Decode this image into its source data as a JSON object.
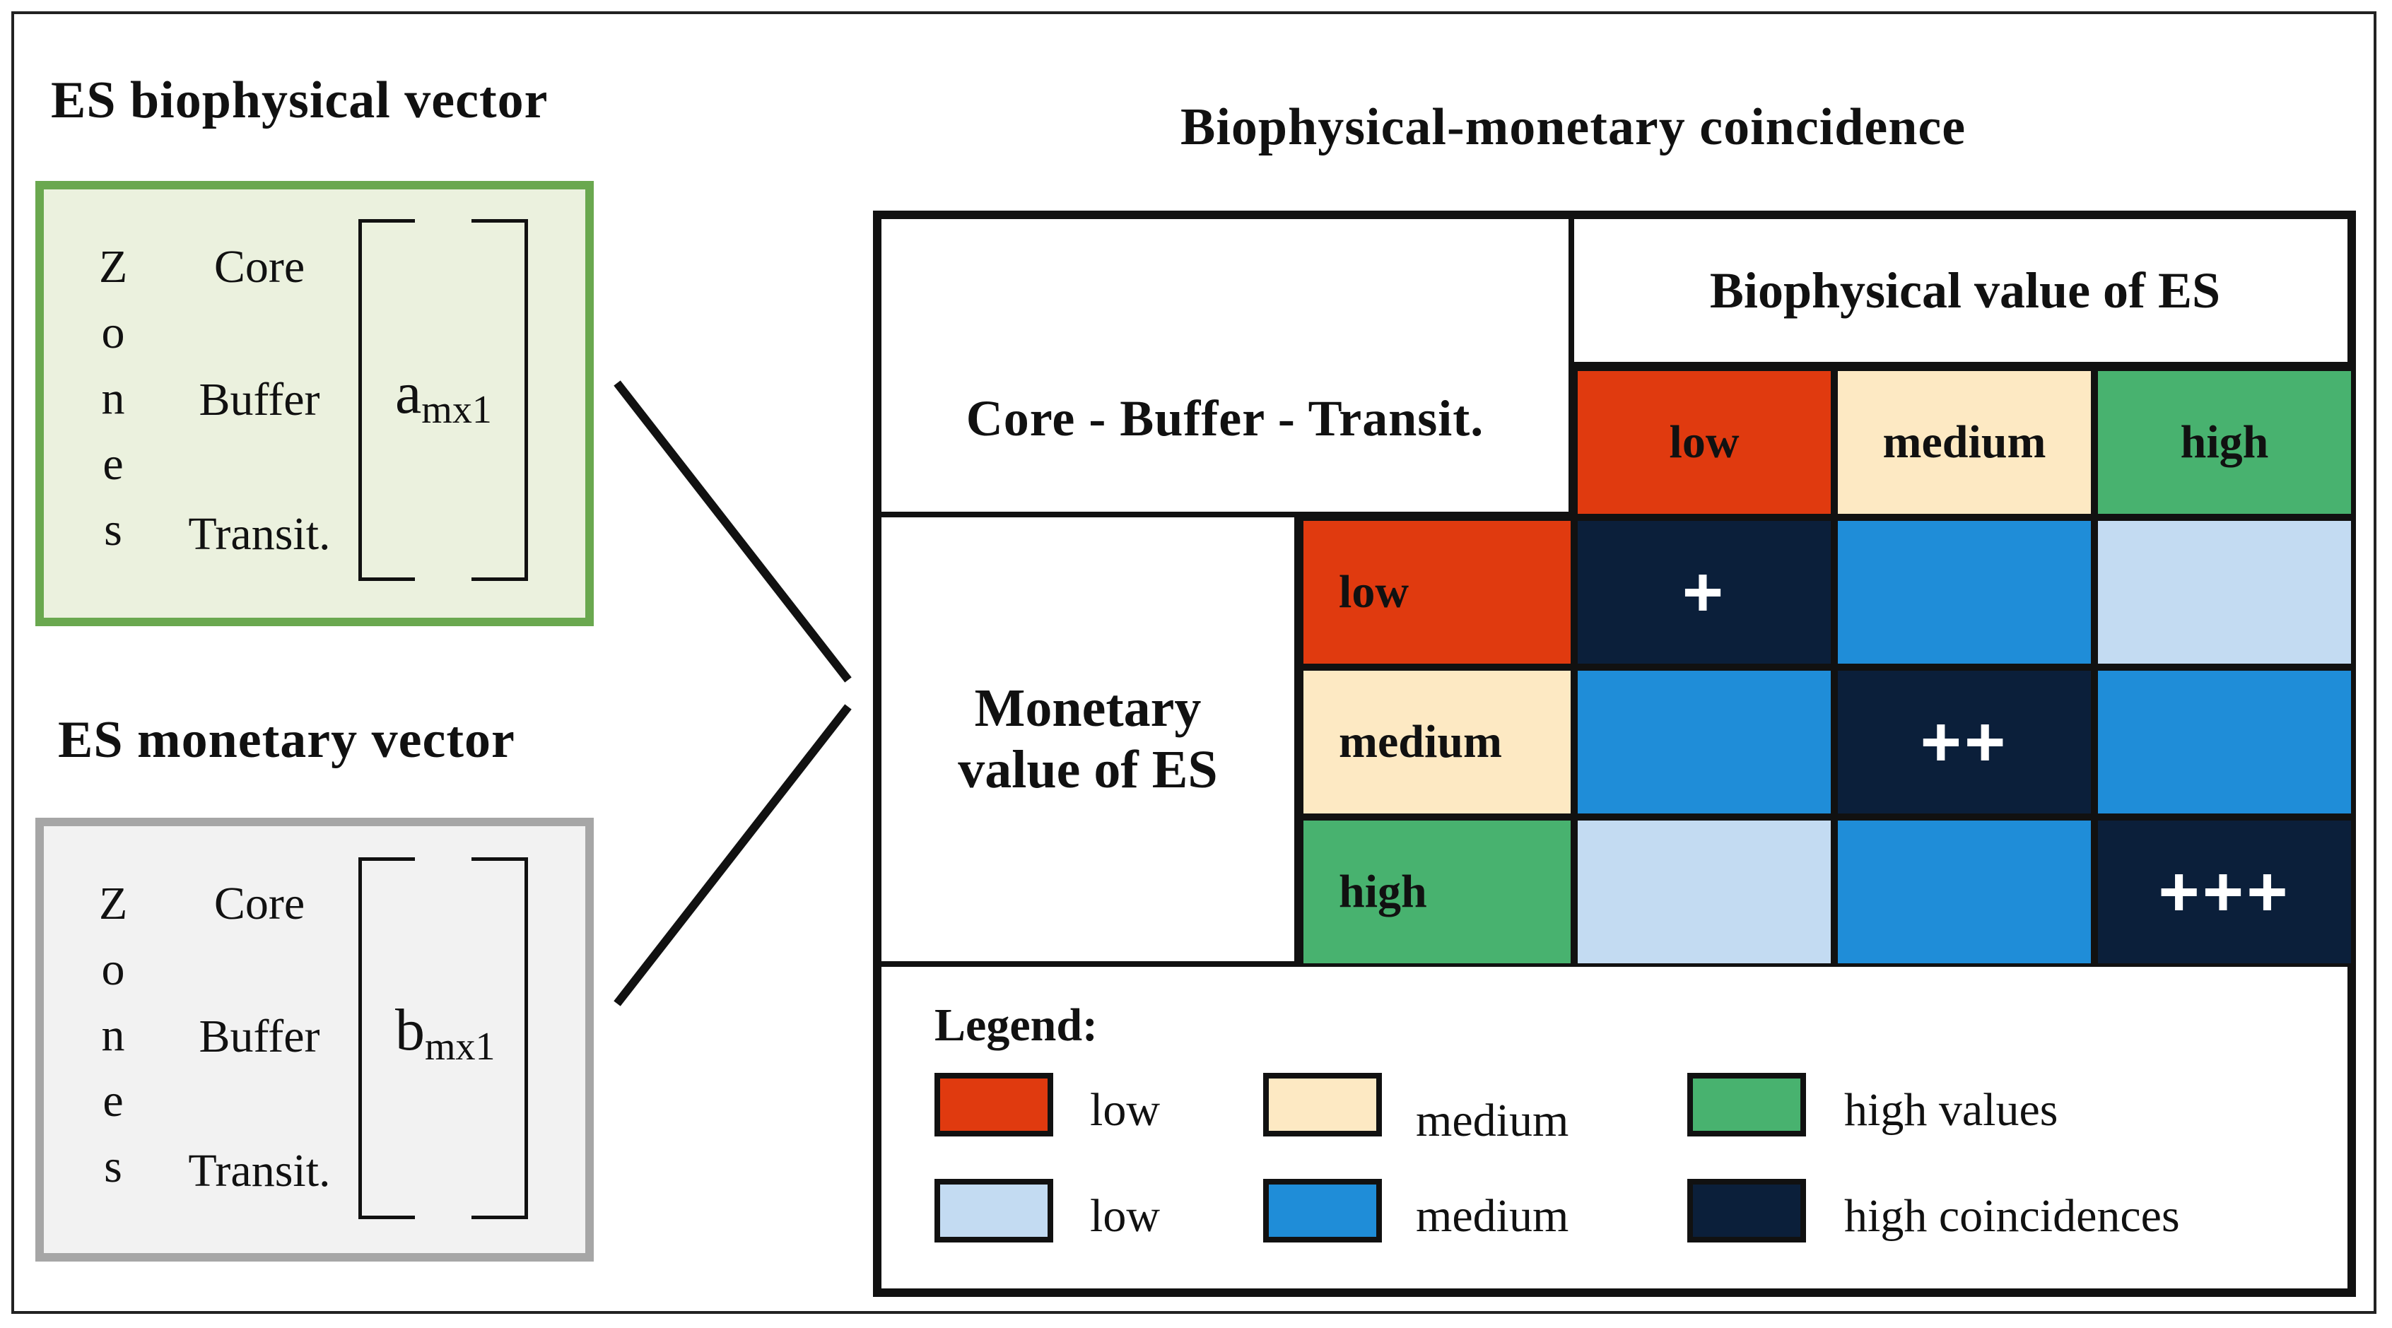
{
  "biophysical_vector": {
    "title": "ES biophysical vector",
    "zone_letters": [
      "Z",
      "o",
      "n",
      "e",
      "s"
    ],
    "zones": [
      "Core",
      "Buffer",
      "Transit."
    ],
    "vector_base": "a",
    "vector_sub": "mx1",
    "fill": "#ebf1de",
    "border": "#6aa84f"
  },
  "monetary_vector": {
    "title": "ES monetary vector",
    "zone_letters": [
      "Z",
      "o",
      "n",
      "e",
      "s"
    ],
    "zones": [
      "Core",
      "Buffer",
      "Transit."
    ],
    "vector_base": "b",
    "vector_sub": "mx1",
    "fill": "#f2f2f2",
    "border": "#a6a6a6"
  },
  "matrix": {
    "title": "Biophysical-monetary  coincidence",
    "corner_label": "Core  - Buffer  - Transit.",
    "col_header": "Biophysical value of ES",
    "row_header_line1": "Monetary",
    "row_header_line2": "value of ES",
    "levels": [
      "low",
      "medium",
      "high"
    ],
    "level_colors": [
      "#e03a0f",
      "#fde9c3",
      "#48b26f"
    ],
    "cells": [
      [
        {
          "color": "#0b1f3a",
          "symbol": "+"
        },
        {
          "color": "#1f8dd8",
          "symbol": ""
        },
        {
          "color": "#c3dbf2",
          "symbol": ""
        }
      ],
      [
        {
          "color": "#1f8dd8",
          "symbol": ""
        },
        {
          "color": "#0b1f3a",
          "symbol": "++"
        },
        {
          "color": "#1f8dd8",
          "symbol": ""
        }
      ],
      [
        {
          "color": "#c3dbf2",
          "symbol": ""
        },
        {
          "color": "#1f8dd8",
          "symbol": ""
        },
        {
          "color": "#0b1f3a",
          "symbol": "+++"
        }
      ]
    ]
  },
  "legend": {
    "title": "Legend:",
    "values_row": [
      {
        "label": "low",
        "color": "#e03a0f"
      },
      {
        "label": "medium",
        "color": "#fde9c3"
      },
      {
        "label": "high  values",
        "color": "#48b26f"
      }
    ],
    "coincidence_row": [
      {
        "label": "low",
        "color": "#c3dbf2"
      },
      {
        "label": "medium",
        "color": "#1f8dd8"
      },
      {
        "label": "high  coincidences",
        "color": "#0b1f3a"
      }
    ]
  }
}
